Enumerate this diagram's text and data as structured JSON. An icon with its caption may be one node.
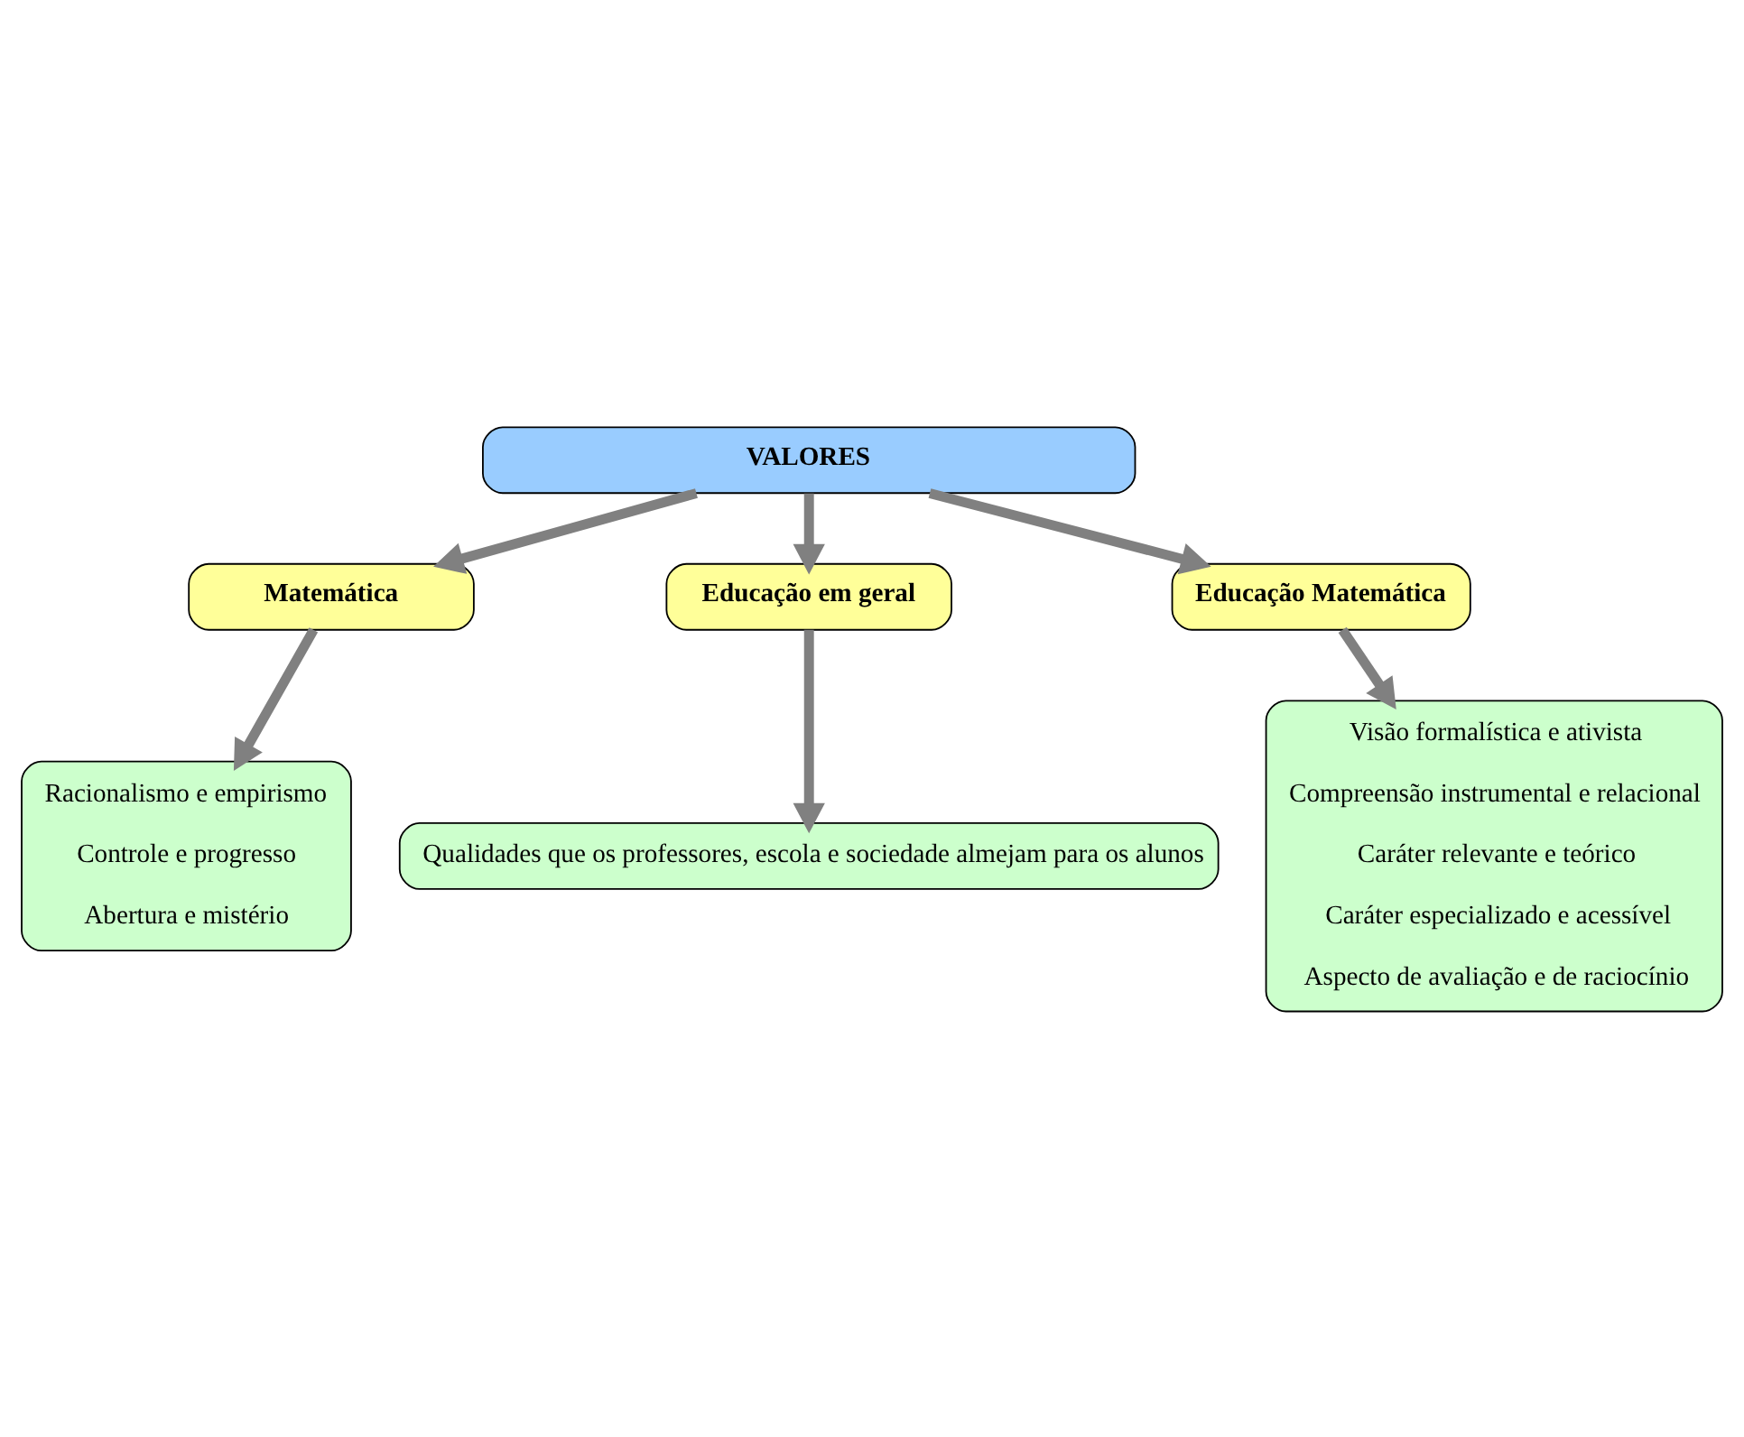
{
  "diagram": {
    "nodes": [
      {
        "text": [
          "VALORES"
        ]
      },
      {
        "text": [
          "Matemática"
        ]
      },
      {
        "text": [
          "Educação em geral"
        ]
      },
      {
        "text": [
          "Educação Matemática"
        ]
      },
      {
        "text": [
          "Racionalismo e empirismo",
          "Controle e progresso",
          "Abertura e mistério"
        ]
      },
      {
        "text": [
          "Qualidades que os professores, escola e sociedade almejam para os alunos"
        ]
      },
      {
        "text": [
          "Visão formalística e ativista",
          "Compreensão instrumental e relacional",
          "Caráter relevante e teórico",
          "Caráter especializado e acessível",
          "Aspecto de avaliação e de raciocínio"
        ]
      }
    ],
    "edges": [
      {
        "from": 0,
        "to": 1,
        "arrow": "to"
      },
      {
        "from": 0,
        "to": 2,
        "arrow": "to"
      },
      {
        "from": 0,
        "to": 3,
        "arrow": "to"
      },
      {
        "from": 1,
        "to": 4,
        "arrow": "to"
      },
      {
        "from": 2,
        "to": 5,
        "arrow": "to"
      },
      {
        "from": 3,
        "to": 6,
        "arrow": "to"
      }
    ]
  }
}
